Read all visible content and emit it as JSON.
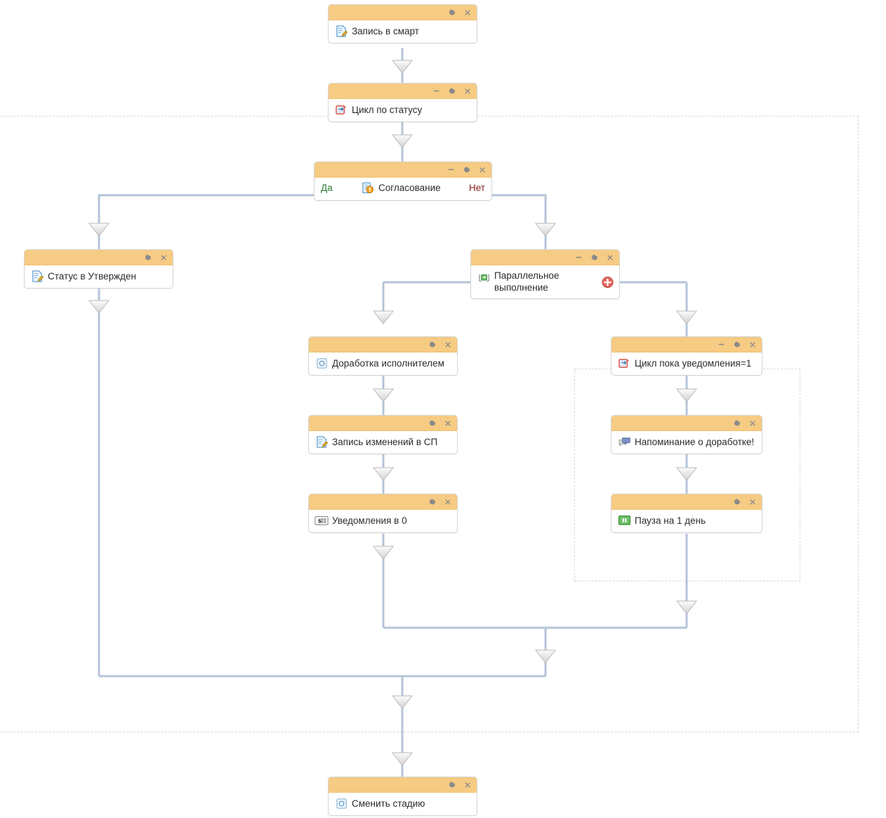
{
  "diagram": {
    "type": "business-process-workflow",
    "language": "ru",
    "colors": {
      "node_header": "#f6cb83",
      "node_body": "#ffffff",
      "node_border": "#d5d5d5",
      "connector": "#b4c4d8",
      "container_dash": "#d8d8d8",
      "yes_label": "#2c7a33",
      "no_label": "#8a1f1f",
      "plus_button": "#d9534f"
    }
  },
  "controls": {
    "gear": "gear-icon",
    "close": "×",
    "minimize": "—",
    "plus": "+"
  },
  "nodes": [
    {
      "id": "zapis-v-smart",
      "label": "Запись в смарт",
      "icon": "document-edit-icon",
      "has_minimize": false
    },
    {
      "id": "tsikl-po-statusu",
      "label": "Цикл по статусу",
      "icon": "loop-icon",
      "has_minimize": true
    },
    {
      "id": "soglasovanie",
      "label": "Согласование",
      "icon": "approval-warning-icon",
      "has_minimize": true,
      "yes_label": "Да",
      "no_label": "Нет"
    },
    {
      "id": "status-v-utverzhden",
      "label": "Статус в Утвержден",
      "icon": "document-edit-icon",
      "has_minimize": false
    },
    {
      "id": "parallelnoe-vypolnenie",
      "label": "Параллельное\nвыполнение",
      "icon": "parallel-execution-icon",
      "has_minimize": true,
      "has_plus": true
    },
    {
      "id": "dorabotka-ispolnitelem",
      "label": "Доработка исполнителем",
      "icon": "task-circle-icon",
      "has_minimize": false
    },
    {
      "id": "zapis-izmeneniy-v-sp",
      "label": "Запись изменений в СП",
      "icon": "document-edit-icon",
      "has_minimize": false
    },
    {
      "id": "uvedomleniya-v-0",
      "label": "Уведомления в 0",
      "icon": "variable-field-icon",
      "has_minimize": false
    },
    {
      "id": "tsikl-poka-uvedomleniya",
      "label": "Цикл пока уведомления=1",
      "icon": "loop-icon",
      "has_minimize": true
    },
    {
      "id": "napominanie-o-dorabotke",
      "label": "Напоминание о доработке!",
      "icon": "notification-bubble-icon",
      "has_minimize": false
    },
    {
      "id": "pauza-na-1-den",
      "label": "Пауза на 1 день",
      "icon": "pause-icon",
      "has_minimize": false
    },
    {
      "id": "smenit-stadiyu",
      "label": "Сменить стадию",
      "icon": "task-circle-icon",
      "has_minimize": false
    }
  ]
}
